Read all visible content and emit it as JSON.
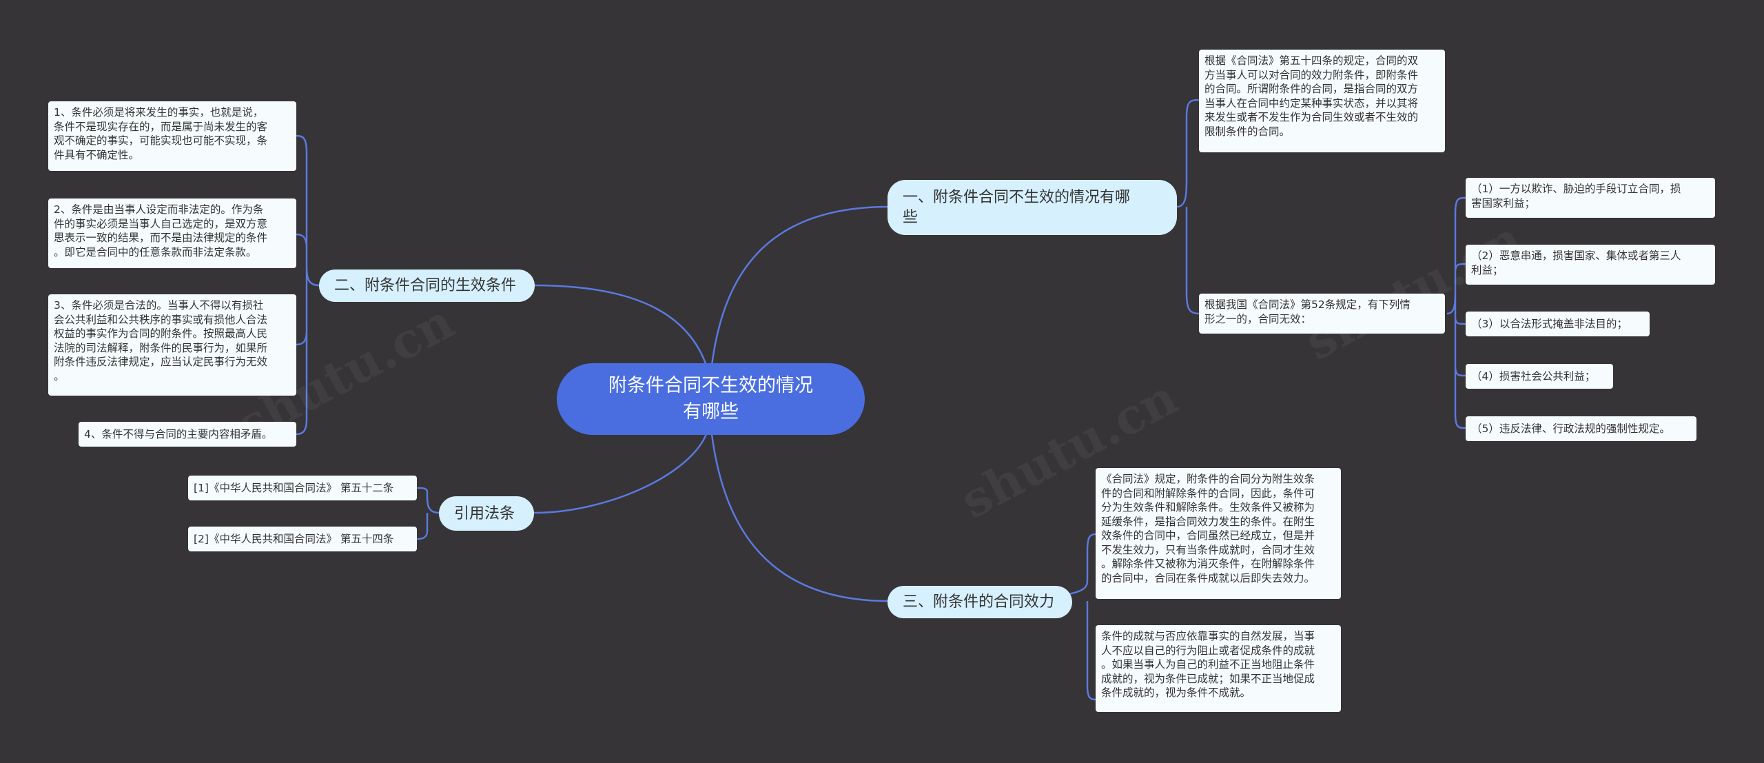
{
  "central": {
    "title": "附条件合同不生效的情况\n有哪些"
  },
  "branches": {
    "b1": "一、附条件合同不生效的情况有哪\n些",
    "b2": "二、附条件合同的生效条件",
    "b3": "三、附条件的合同效力",
    "b4": "引用法条"
  },
  "leaves": {
    "b1_l1": "根据《合同法》第五十四条的规定，合同的双\n方当事人可以对合同的效力附条件，即附条件\n的合同。所谓附条件的合同，是指合同的双方\n当事人在合同中约定某种事实状态，并以其将\n来发生或者不发生作为合同生效或者不生效的\n限制条件的合同。",
    "b1_l2": "根据我国《合同法》第52条规定，有下列情\n形之一的，合同无效：",
    "b1_l2_s1": "（1）一方以欺诈、胁迫的手段订立合同，损\n害国家利益；",
    "b1_l2_s2": "（2）恶意串通，损害国家、集体或者第三人\n利益；",
    "b1_l2_s3": "（3）以合法形式掩盖非法目的；",
    "b1_l2_s4": "（4）损害社会公共利益；",
    "b1_l2_s5": "（5）违反法律、行政法规的强制性规定。",
    "b2_l1": "1、条件必须是将来发生的事实，也就是说，\n条件不是现实存在的，而是属于尚未发生的客\n观不确定的事实，可能实现也可能不实现，条\n件具有不确定性。",
    "b2_l2": "2、条件是由当事人设定而非法定的。作为条\n件的事实必须是当事人自己选定的，是双方意\n思表示一致的结果，而不是由法律规定的条件\n。即它是合同中的任意条款而非法定条款。",
    "b2_l3": "3、条件必须是合法的。当事人不得以有损社\n会公共利益和公共秩序的事实或有损他人合法\n权益的事实作为合同的附条件。按照最高人民\n法院的司法解释，附条件的民事行为，如果所\n附条件违反法律规定，应当认定民事行为无效\n。",
    "b2_l4": "4、条件不得与合同的主要内容相矛盾。",
    "b3_l1": "《合同法》规定，附条件的合同分为附生效条\n件的合同和附解除条件的合同，因此，条件可\n分为生效条件和解除条件。生效条件又被称为\n延缓条件，是指合同效力发生的条件。在附生\n效条件的合同中，合同虽然已经成立，但是并\n不发生效力，只有当条件成就时，合同才生效\n。解除条件又被称为消灭条件，在附解除条件\n的合同中，合同在条件成就以后即失去效力。",
    "b3_l2": "条件的成就与否应依靠事实的自然发展，当事\n人不应以自己的行为阻止或者促成条件的成就\n。如果当事人为自己的利益不正当地阻止条件\n成就的，视为条件已成就；如果不正当地促成\n条件成就的，视为条件不成就。",
    "b4_l1": "[1]《中华人民共和国合同法》 第五十二条",
    "b4_l2": "[2]《中华人民共和国合同法》 第五十四条"
  },
  "colors": {
    "background": "#363437",
    "central": "#4a6ee0",
    "branch": "#d6f0fe",
    "leaf": "#f6fcfe",
    "link": "#5b79e0"
  }
}
